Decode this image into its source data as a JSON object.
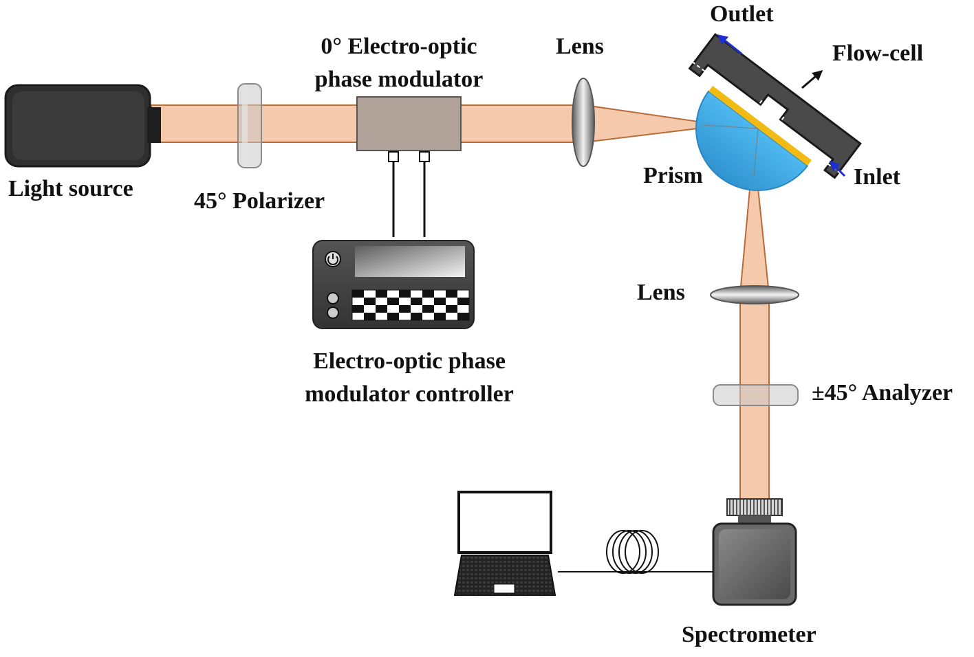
{
  "labels": {
    "light_source": "Light source",
    "polarizer": "45° Polarizer",
    "modulator_line1": "0° Electro-optic",
    "modulator_line2": "phase modulator",
    "lens_top": "Lens",
    "outlet": "Outlet",
    "flow_cell": "Flow-cell",
    "prism": "Prism",
    "inlet": "Inlet",
    "lens_right": "Lens",
    "analyzer": "±45° Analyzer",
    "controller_line1": "Electro-optic phase",
    "controller_line2": "modulator controller",
    "spectrometer": "Spectrometer"
  },
  "icons": {
    "controller_power": "power-icon"
  },
  "colors": {
    "beam_fill": "#f5c9ab",
    "beam_edge": "#b86b3a",
    "prism": "#35a9e8",
    "gold_film": "#f2bb14",
    "device_dark": "#3c3c3c",
    "flow_arrow": "#1d2fd0"
  }
}
